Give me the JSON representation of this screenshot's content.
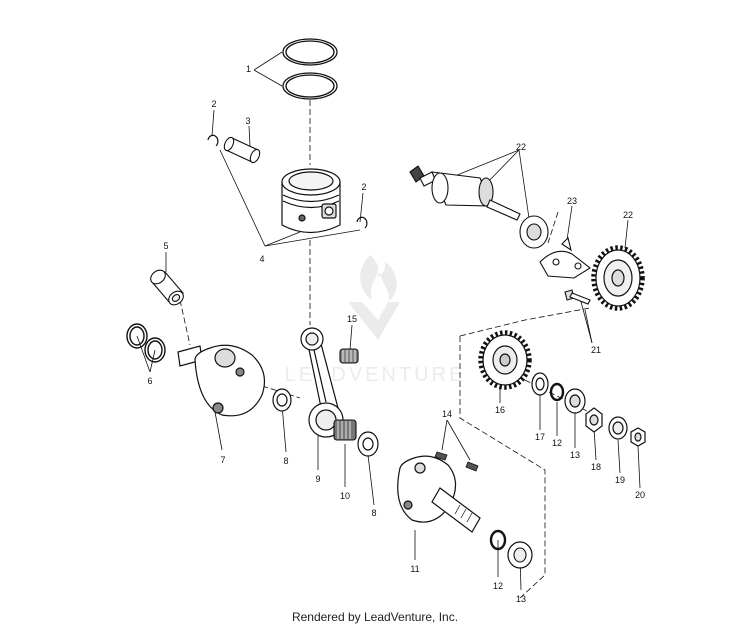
{
  "callouts": [
    "1",
    "2",
    "3",
    "2",
    "4",
    "5",
    "6",
    "15",
    "7",
    "8",
    "9",
    "10",
    "8",
    "14",
    "11",
    "12",
    "13",
    "22",
    "23",
    "22",
    "21",
    "16",
    "17",
    "12",
    "13",
    "18",
    "19",
    "20"
  ],
  "watermark": {
    "text": "LEADVENTURE"
  },
  "footer": {
    "credit": "Rendered by LeadVenture, Inc."
  }
}
